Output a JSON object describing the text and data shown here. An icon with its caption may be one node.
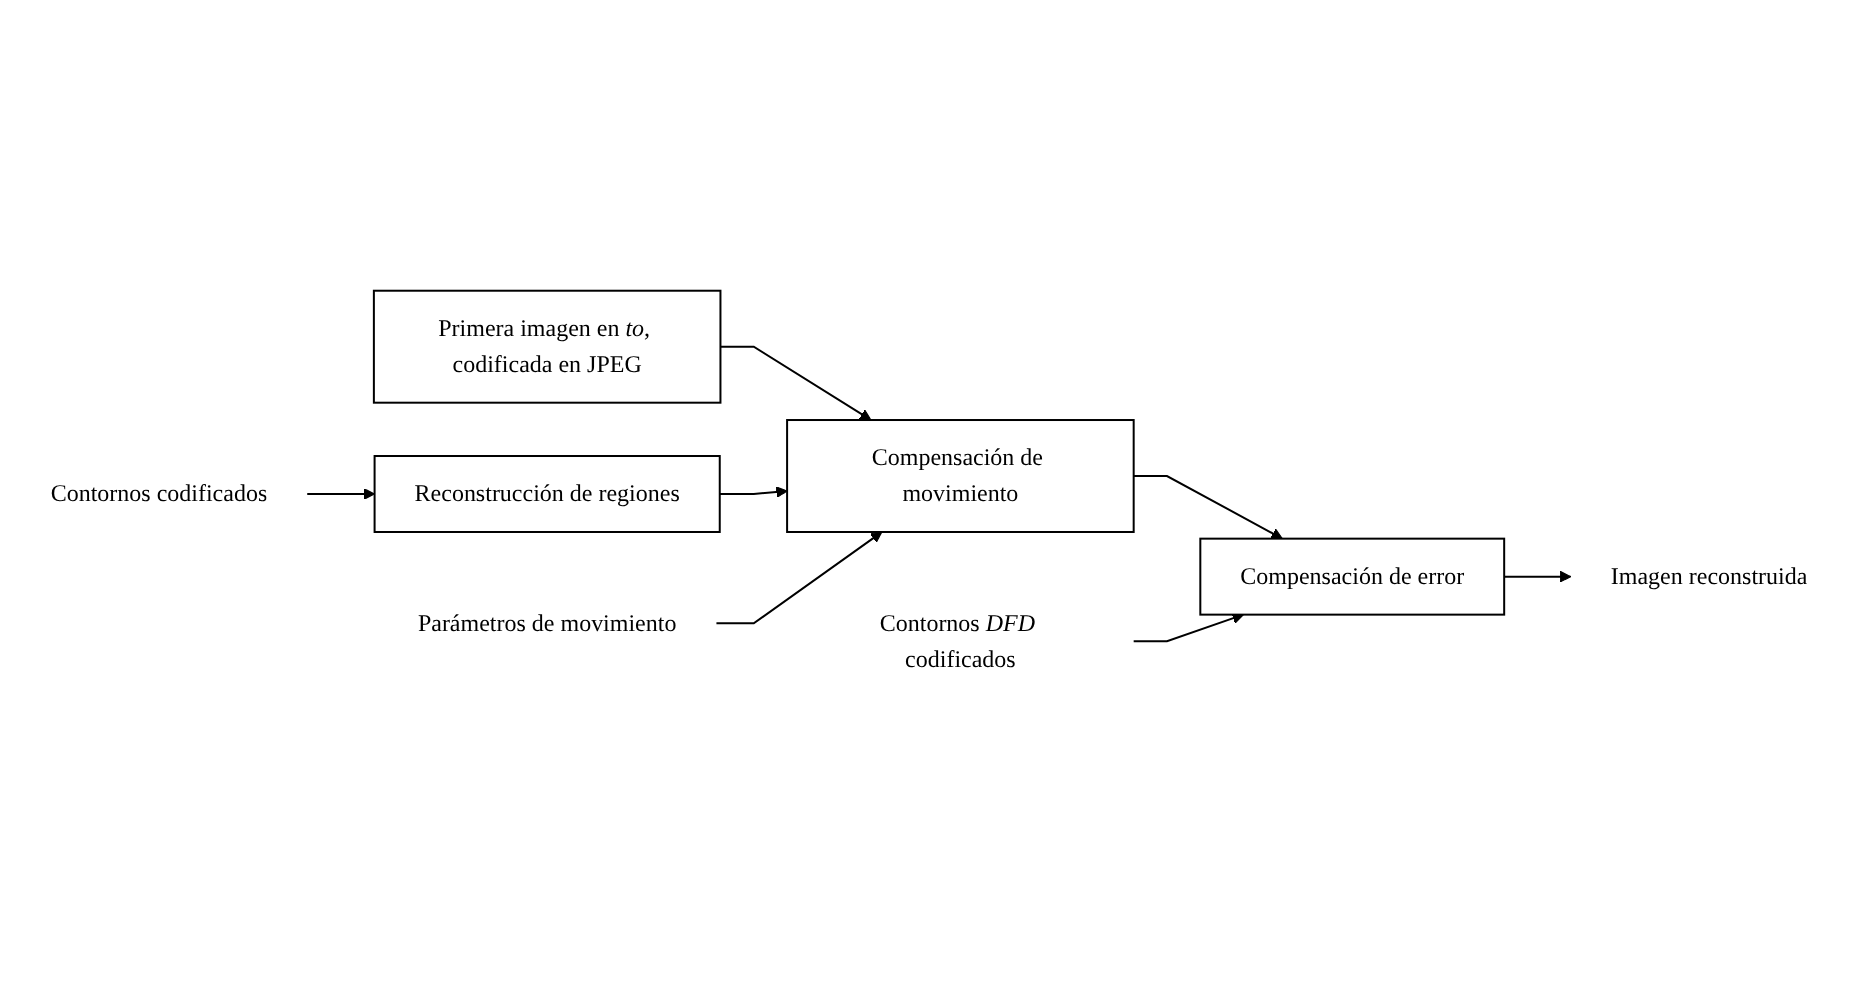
{
  "diagram": {
    "nodes": [
      {
        "text": [
          "Contornos codificados"
        ]
      },
      {
        "text": [
          "Primera imagen en *to*, codificada en JPEG"
        ]
      },
      {
        "text": [
          "Reconstrucción de regiones"
        ]
      },
      {
        "text": [
          "Compensación de movimiento"
        ]
      },
      {
        "text": [
          "Compensación de error"
        ]
      },
      {
        "text": [
          "Imagen reconstruida"
        ]
      },
      {
        "text": [
          "Parámetros de movimiento"
        ]
      },
      {
        "text": [
          "Contornos *DFD* codificados"
        ]
      }
    ],
    "edges": [
      {
        "from": 0,
        "to": 2,
        "arrow": "to"
      },
      {
        "from": 1,
        "to": 3,
        "arrow": "to"
      },
      {
        "from": 2,
        "to": 3,
        "arrow": "to"
      },
      {
        "from": 3,
        "to": 4,
        "arrow": "to"
      },
      {
        "from": 4,
        "to": 5,
        "arrow": "to"
      },
      {
        "from": 6,
        "to": 3,
        "arrow": "to"
      },
      {
        "from": 7,
        "to": 4,
        "arrow": "to"
      }
    ]
  }
}
